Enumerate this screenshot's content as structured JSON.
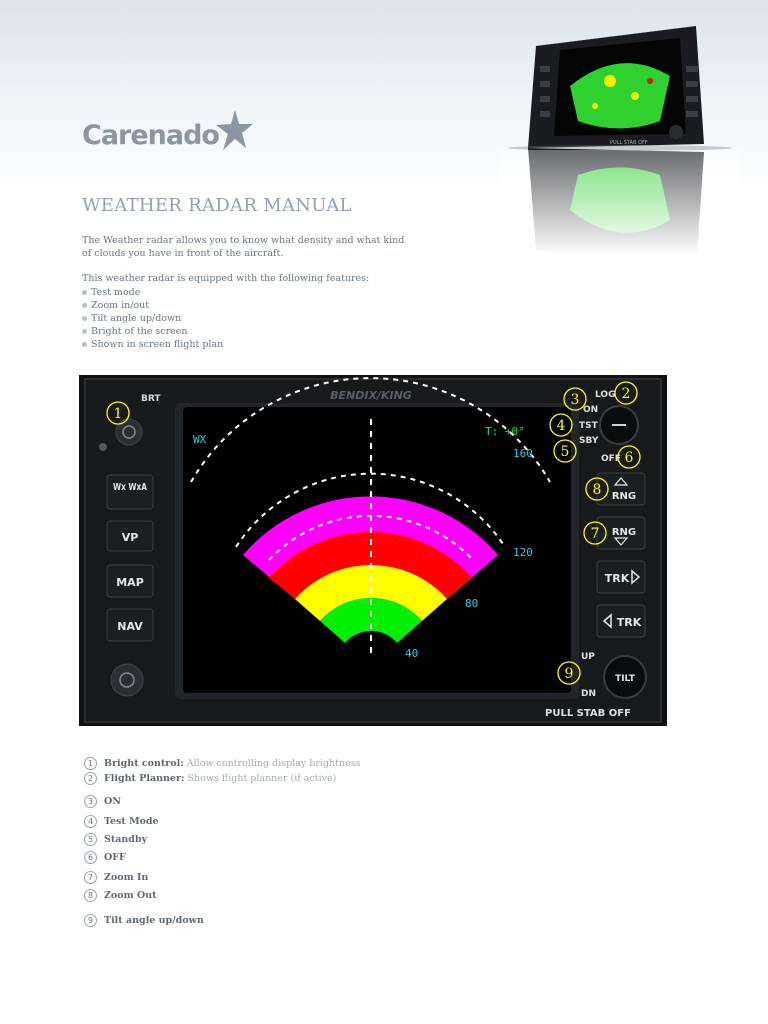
{
  "brand": {
    "logo_text": "Carenado"
  },
  "document": {
    "title": "WEATHER RADAR MANUAL",
    "intro": "The Weather radar allows you to know what density and what kind of clouds you have in front of the aircraft.",
    "features_lead": "This weather radar is equipped with the following features:",
    "features": [
      "Test mode",
      "Zoom in/out",
      "Tilt angle up/down",
      "Bright of the screen",
      "Shown in screen  flight plan"
    ]
  },
  "thumbnail": {
    "bezel_label": "PULL STAB OFF"
  },
  "radar_panel": {
    "brand": "BENDIX/KING",
    "bright_label": "BRT",
    "mode_text": "WX",
    "tilt_text": "T: +0°",
    "range_labels": [
      "160",
      "120",
      "80",
      "40"
    ],
    "left_buttons": [
      "Wx WxA",
      "VP",
      "MAP",
      "NAV"
    ],
    "right_buttons": [
      "RNG",
      "RNG",
      "TRK",
      "TRK"
    ],
    "mode_knob_labels": [
      "LOG",
      "ON",
      "TST",
      "SBY",
      "OFF"
    ],
    "tilt_labels": [
      "UP",
      "DN"
    ],
    "tilt_knob_label": "TILT",
    "stab_label": "PULL STAB OFF",
    "callouts": [
      "1",
      "2",
      "3",
      "4",
      "5",
      "6",
      "7",
      "8",
      "9"
    ],
    "arc_colors": [
      "#ff00ff",
      "#ff0000",
      "#ffff00",
      "#00ee00"
    ]
  },
  "legend": [
    {
      "num": "1",
      "name": "Bright control:",
      "desc": "Allow controlling display brightness"
    },
    {
      "num": "2",
      "name": "Flight Planner:",
      "desc": "Shows flight planner (if active)"
    },
    {
      "num": "3",
      "name": "ON",
      "desc": ""
    },
    {
      "num": "4",
      "name": "Test Mode",
      "desc": ""
    },
    {
      "num": "5",
      "name": "Standby",
      "desc": ""
    },
    {
      "num": "6",
      "name": "OFF",
      "desc": ""
    },
    {
      "num": "7",
      "name": "Zoom In",
      "desc": ""
    },
    {
      "num": "8",
      "name": "Zoom Out",
      "desc": ""
    },
    {
      "num": "9",
      "name": "Tilt angle up/down",
      "desc": ""
    }
  ]
}
